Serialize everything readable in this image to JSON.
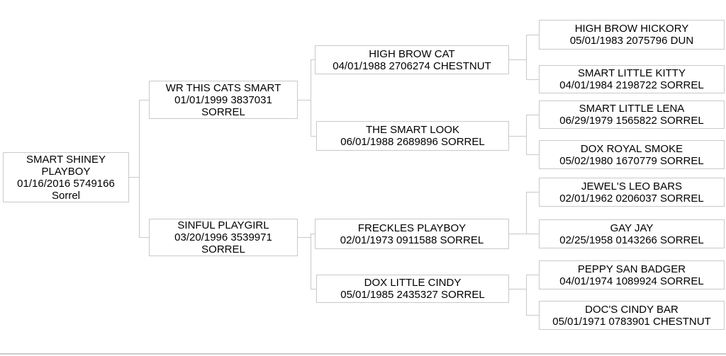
{
  "pedigree": {
    "line_color": "#c9c9c9",
    "subject": {
      "name": "SMART SHINEY PLAYBOY",
      "details": "01/16/2016 5749166",
      "color": "Sorrel"
    },
    "sire": {
      "name": "WR THIS CATS SMART",
      "details": "01/01/1999 3837031",
      "color": "SORREL"
    },
    "dam": {
      "name": "SINFUL PLAYGIRL",
      "details": "03/20/1996 3539971",
      "color": "SORREL"
    },
    "gen2": [
      {
        "name": "HIGH BROW CAT",
        "details": "04/01/1988 2706274 CHESTNUT"
      },
      {
        "name": "THE SMART LOOK",
        "details": "06/01/1988 2689896 SORREL"
      },
      {
        "name": "FRECKLES PLAYBOY",
        "details": "02/01/1973 0911588 SORREL"
      },
      {
        "name": "DOX LITTLE CINDY",
        "details": "05/01/1985 2435327 SORREL"
      }
    ],
    "gen3": [
      {
        "name": "HIGH BROW HICKORY",
        "details": "05/01/1983 2075796 DUN"
      },
      {
        "name": "SMART LITTLE KITTY",
        "details": "04/01/1984 2198722 SORREL"
      },
      {
        "name": "SMART LITTLE LENA",
        "details": "06/29/1979 1565822 SORREL"
      },
      {
        "name": "DOX ROYAL SMOKE",
        "details": "05/02/1980 1670779 SORREL"
      },
      {
        "name": "JEWEL'S LEO BARS",
        "details": "02/01/1962 0206037 SORREL"
      },
      {
        "name": "GAY JAY",
        "details": "02/25/1958 0143266 SORREL"
      },
      {
        "name": "PEPPY SAN BADGER",
        "details": "04/01/1974 1089924 SORREL"
      },
      {
        "name": "DOC'S CINDY BAR",
        "details": "05/01/1971 0783901 CHESTNUT"
      }
    ]
  }
}
